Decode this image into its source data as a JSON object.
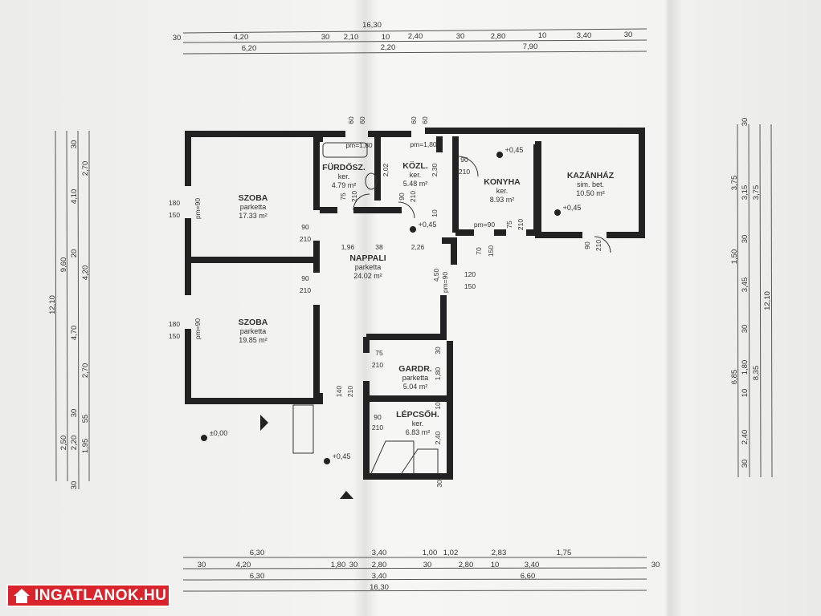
{
  "dimensions": {
    "top": [
      "16,30",
      "30",
      "4,20",
      "30",
      "2,10",
      "10",
      "2,40",
      "30",
      "2,80",
      "10",
      "3,40",
      "30",
      "6,20",
      "2,20",
      "7,90"
    ],
    "bottom": [
      "6,30",
      "3,40",
      "1,00",
      "1,02",
      "2,83",
      "1,75",
      "30",
      "4,20",
      "1,80",
      "30",
      "2,80",
      "30",
      "2,80",
      "10",
      "3,40",
      "30",
      "6,30",
      "3,40",
      "6,60",
      "16,30"
    ],
    "left": [
      "12,10",
      "9,60",
      "2,50",
      "30",
      "4,10",
      "20",
      "4,70",
      "30",
      "2,20",
      "30",
      "2,70",
      "4,20",
      "2,70",
      "55",
      "1,95"
    ],
    "right": [
      "3,75",
      "1,50",
      "6,85",
      "30",
      "3,15",
      "30",
      "3,45",
      "30",
      "1,80",
      "10",
      "2,40",
      "30",
      "3,75",
      "8,35",
      "12,10"
    ]
  },
  "rooms": [
    {
      "name": "SZOBA",
      "floor": "parketta",
      "area": "17.33 m²"
    },
    {
      "name": "SZOBA",
      "floor": "parketta",
      "area": "19.85 m²"
    },
    {
      "name": "FÜRDŐSZ.",
      "floor": "ker.",
      "area": "4.79 m²"
    },
    {
      "name": "KÖZL.",
      "floor": "ker.",
      "area": "5.48 m²"
    },
    {
      "name": "KONYHA",
      "floor": "ker.",
      "area": "8.93 m²"
    },
    {
      "name": "KAZÁNHÁZ",
      "floor": "sim. bet.",
      "area": "10.50 m²"
    },
    {
      "name": "NAPPALI",
      "floor": "parketta",
      "area": "24.02 m²"
    },
    {
      "name": "GARDR.",
      "floor": "parketta",
      "area": "5.04 m²"
    },
    {
      "name": "LÉPCSŐH.",
      "floor": "ker.",
      "area": "6.83 m²"
    }
  ],
  "annotations": [
    "180",
    "150",
    "pm=90",
    "90",
    "210",
    "180",
    "150",
    "pm=90",
    "90",
    "210",
    "pm=1,80",
    "pm=1,80",
    "2,02",
    "2,30",
    "75",
    "210",
    "90",
    "210",
    "90",
    "210",
    "10",
    "1,96",
    "38",
    "2,26",
    "4,50",
    "pm=90",
    "120",
    "150",
    "pm=90",
    "75",
    "210",
    "70",
    "150",
    "90",
    "210",
    "60",
    "60",
    "60",
    "60",
    "75",
    "210",
    "30",
    "1,80",
    "140",
    "210",
    "10",
    "90",
    "210",
    "2,40",
    "30"
  ],
  "levels": [
    "+0,45",
    "+0,45",
    "+0,45",
    "+0,45",
    "±0,00"
  ],
  "watermark": "INGATLANOK.HU"
}
